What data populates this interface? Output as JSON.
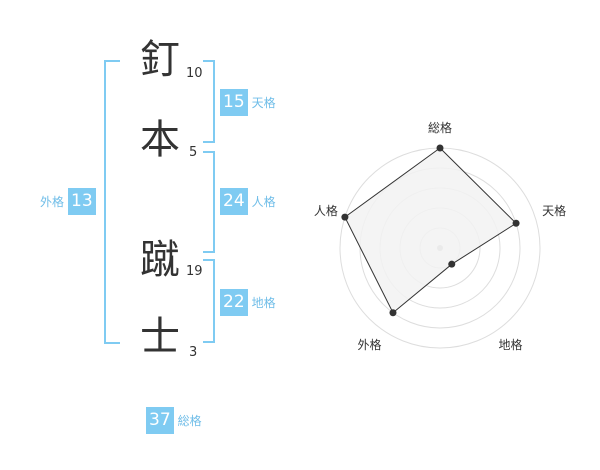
{
  "name": {
    "chars": [
      {
        "char": "釘",
        "strokes": "10"
      },
      {
        "char": "本",
        "strokes": "5"
      },
      {
        "char": "蹴",
        "strokes": "19"
      },
      {
        "char": "士",
        "strokes": "3"
      }
    ]
  },
  "kaku": {
    "tenkaku": {
      "value": "15",
      "label": "天格"
    },
    "jinkaku": {
      "value": "24",
      "label": "人格"
    },
    "chikaku": {
      "value": "22",
      "label": "地格"
    },
    "gaikaku": {
      "value": "13",
      "label": "外格"
    },
    "soukaku": {
      "value": "37",
      "label": "総格"
    }
  },
  "chart_data": {
    "type": "radar",
    "axes": [
      "総格",
      "天格",
      "地格",
      "外格",
      "人格"
    ],
    "values": [
      5,
      4,
      1,
      4,
      5
    ],
    "max": 5,
    "rings": 5,
    "colors": {
      "fill": "#f2f2f2",
      "line": "#333333",
      "grid": "#dddddd",
      "point": "#333333",
      "center": "#bbbbbb"
    }
  }
}
